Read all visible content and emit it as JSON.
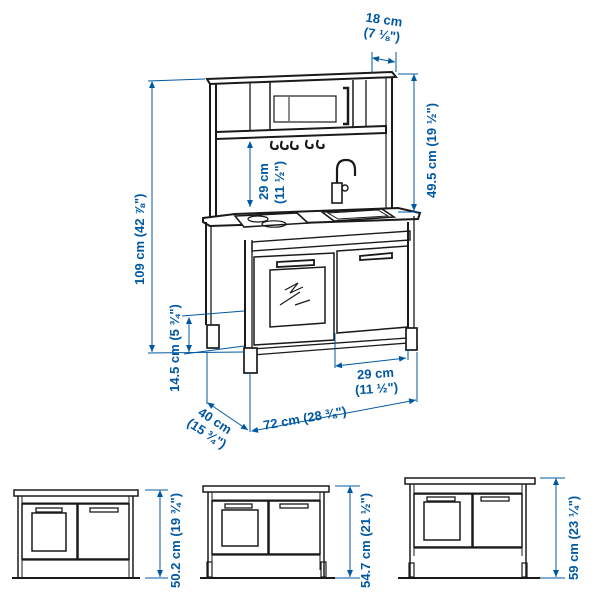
{
  "diagram": {
    "title": "Play kitchen dimension diagram",
    "accent_color": "#0058a3",
    "line_color": "#1a1a1a",
    "main_view": {
      "dimensions": {
        "top_depth": {
          "cm": "18 cm",
          "in": "(7 ⅛\")"
        },
        "total_height": {
          "label": "109 cm (42 ⅞\")"
        },
        "upper_shelf_height": {
          "label": "49.5 cm (19 ½\")"
        },
        "backsplash_height": {
          "cm": "29 cm",
          "in": "(11 ½\")"
        },
        "bottom_clearance": {
          "label": "14.5 cm (5 ¾\")"
        },
        "cabinet_inner_width": {
          "cm": "29 cm",
          "in": "(11 ½\")"
        },
        "depth": {
          "cm": "40 cm",
          "in": "(15 ¾\")"
        },
        "width": {
          "label": "72 cm (28 ⅜\")"
        }
      }
    },
    "height_variants": [
      {
        "label": "50.2 cm (19 ¾\")"
      },
      {
        "label": "54.7 cm (21 ½\")"
      },
      {
        "label": "59 cm (23 ¼\")"
      }
    ]
  }
}
